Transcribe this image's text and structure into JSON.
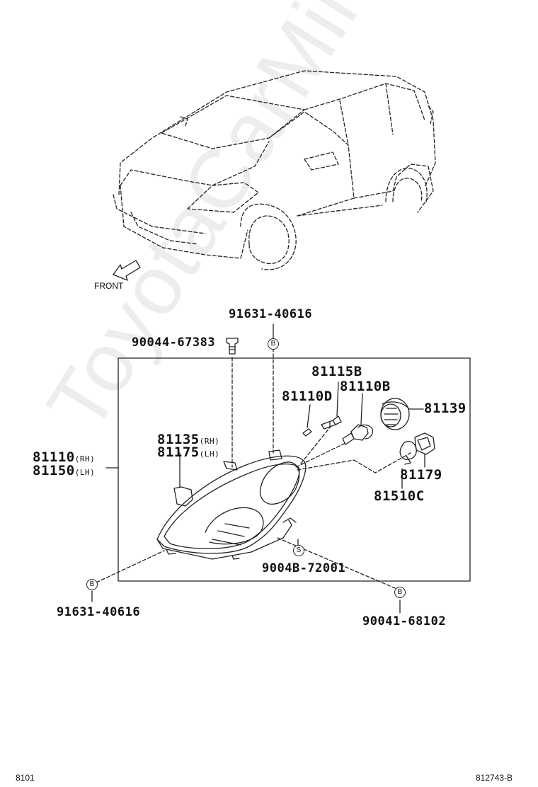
{
  "watermark": "ToyotaCarMing.ru",
  "front_label": "FRONT",
  "parts": {
    "p91631_top": "91631-40616",
    "p90044": "90044-67383",
    "p81115b": "81115B",
    "p81110b": "81110B",
    "p81110d": "81110D",
    "p81139": "81139",
    "p81135": "81135",
    "p81135_side": "(RH)",
    "p81175": "81175",
    "p81175_side": "(LH)",
    "p81110": "81110",
    "p81110_side": "(RH)",
    "p81150": "81150",
    "p81150_side": "(LH)",
    "p81179": "81179",
    "p81510c": "81510C",
    "p9004b": "9004B-72001",
    "p91631_bottom": "91631-40616",
    "p90041": "90041-68102"
  },
  "markers": {
    "b": "B",
    "s": "S"
  },
  "footer": {
    "left": "8101",
    "right": "812743-B"
  }
}
